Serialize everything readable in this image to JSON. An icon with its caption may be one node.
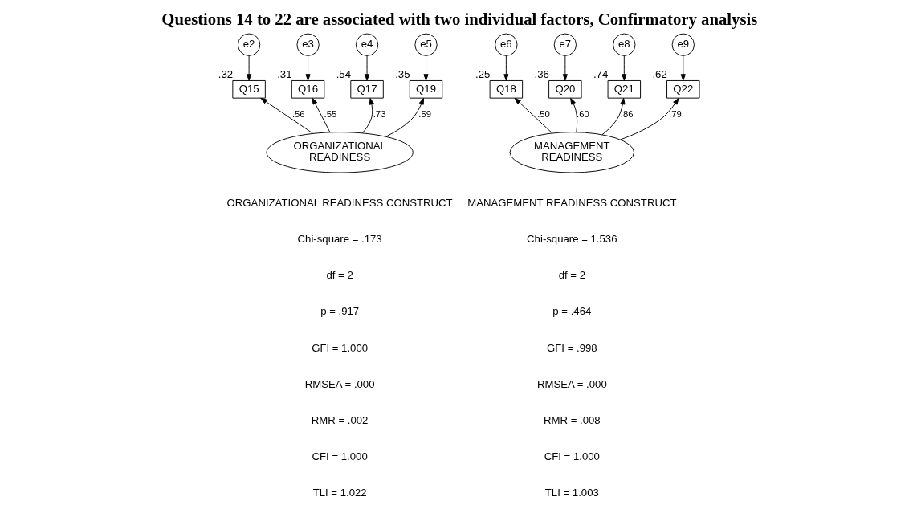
{
  "diagram": {
    "title": "Questions 14 to 22 are associated with two individual factors, Confirmatory analysis",
    "nodes": [
      {
        "text": [
          "e2"
        ]
      },
      {
        "text": [
          "e3"
        ]
      },
      {
        "text": [
          "e4"
        ]
      },
      {
        "text": [
          "e5"
        ]
      },
      {
        "text": [
          "Q15"
        ],
        "beside": [
          ".32"
        ]
      },
      {
        "text": [
          "Q16"
        ],
        "beside": [
          ".31"
        ]
      },
      {
        "text": [
          "Q17"
        ],
        "beside": [
          ".54"
        ]
      },
      {
        "text": [
          "Q19"
        ],
        "beside": [
          ".35"
        ]
      },
      {
        "text": [
          "ORGANIZATIONAL READINESS"
        ]
      },
      {
        "text": [
          "e6"
        ]
      },
      {
        "text": [
          "e7"
        ]
      },
      {
        "text": [
          "e8"
        ]
      },
      {
        "text": [
          "e9"
        ]
      },
      {
        "text": [
          "Q18"
        ],
        "beside": [
          ".25"
        ]
      },
      {
        "text": [
          "Q20"
        ],
        "beside": [
          ".36"
        ]
      },
      {
        "text": [
          "Q21"
        ],
        "beside": [
          ".74"
        ]
      },
      {
        "text": [
          "Q22"
        ],
        "beside": [
          ".62"
        ]
      },
      {
        "text": [
          "MANAGEMENT READINESS"
        ]
      }
    ],
    "edges": [
      {
        "from": 0,
        "to": 4,
        "arrow": "to"
      },
      {
        "from": 1,
        "to": 5,
        "arrow": "to"
      },
      {
        "from": 2,
        "to": 6,
        "arrow": "to"
      },
      {
        "from": 3,
        "to": 7,
        "arrow": "to"
      },
      {
        "from": 8,
        "to": 4,
        "arrow": "to",
        "label": ".56"
      },
      {
        "from": 8,
        "to": 5,
        "arrow": "to",
        "label": ".55"
      },
      {
        "from": 8,
        "to": 6,
        "arrow": "to",
        "label": ".73"
      },
      {
        "from": 8,
        "to": 7,
        "arrow": "to",
        "label": ".59"
      },
      {
        "from": 9,
        "to": 13,
        "arrow": "to"
      },
      {
        "from": 10,
        "to": 14,
        "arrow": "to"
      },
      {
        "from": 11,
        "to": 15,
        "arrow": "to"
      },
      {
        "from": 12,
        "to": 16,
        "arrow": "to"
      },
      {
        "from": 17,
        "to": 13,
        "arrow": "to",
        "label": ".50"
      },
      {
        "from": 17,
        "to": 14,
        "arrow": "to",
        "label": ".60"
      },
      {
        "from": 17,
        "to": 15,
        "arrow": "to",
        "label": ".86"
      },
      {
        "from": 17,
        "to": 16,
        "arrow": "to",
        "label": ".79"
      }
    ],
    "labels": [
      "ORGANIZATIONAL READINESS CONSTRUCT",
      "Chi-square = .173",
      "df = 2",
      "p = .917",
      "GFI = 1.000",
      "RMSEA = .000",
      "RMR = .002",
      "CFI = 1.000",
      "TLI = 1.022",
      "MANAGEMENT READINESS CONSTRUCT",
      "Chi-square = 1.536",
      "df = 2",
      "p = .464",
      "GFI = .998",
      "RMSEA = .000",
      "RMR = .008",
      "CFI = 1.000",
      "TLI = 1.003"
    ]
  }
}
